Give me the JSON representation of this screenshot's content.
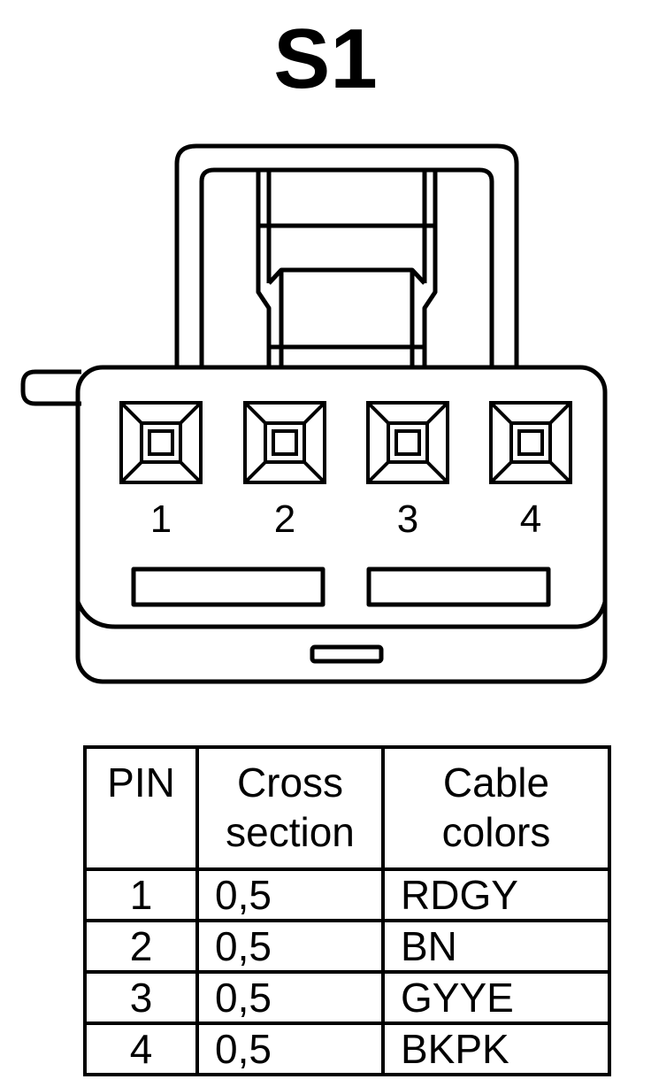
{
  "title": "S1",
  "connector": {
    "pins": [
      "1",
      "2",
      "3",
      "4"
    ]
  },
  "table": {
    "headers": {
      "pin": "PIN",
      "cross_section": [
        "Cross",
        "section"
      ],
      "cable_colors": [
        "Cable",
        "colors"
      ]
    },
    "rows": [
      {
        "pin": "1",
        "cross_section": "0,5",
        "color": "RDGY"
      },
      {
        "pin": "2",
        "cross_section": "0,5",
        "color": "BN"
      },
      {
        "pin": "3",
        "cross_section": "0,5",
        "color": "GYYE"
      },
      {
        "pin": "4",
        "cross_section": "0,5",
        "color": "BKPK"
      }
    ]
  }
}
